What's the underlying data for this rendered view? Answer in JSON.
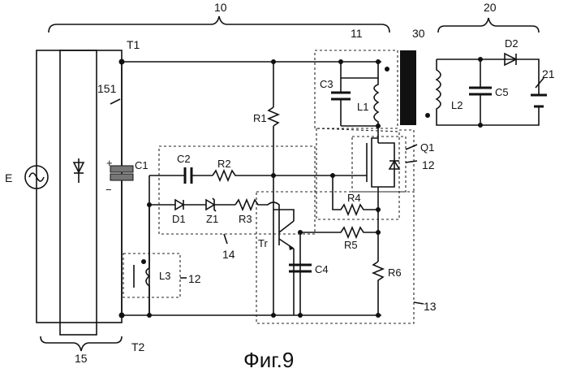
{
  "caption": "Фиг.9",
  "blocks": {
    "b10": "10",
    "b11": "11",
    "b12a": "12",
    "b12b": "12",
    "b13": "13",
    "b14": "14",
    "b15": "15",
    "b20": "20",
    "b21": "21",
    "b30": "30",
    "b151": "151"
  },
  "terminals": {
    "t1": "T1",
    "t2": "T2"
  },
  "components": {
    "source": "E",
    "c1": "C1",
    "c2": "C2",
    "c3": "C3",
    "c4": "C4",
    "c5": "C5",
    "l1": "L1",
    "l2": "L2",
    "l3": "L3",
    "r1": "R1",
    "r2": "R2",
    "r3": "R3",
    "r4": "R4",
    "r5": "R5",
    "r6": "R6",
    "d1": "D1",
    "d2": "D2",
    "z1": "Z1",
    "tr": "Tr",
    "q1": "Q1",
    "c1_plus": "+",
    "c1_minus": "−"
  }
}
